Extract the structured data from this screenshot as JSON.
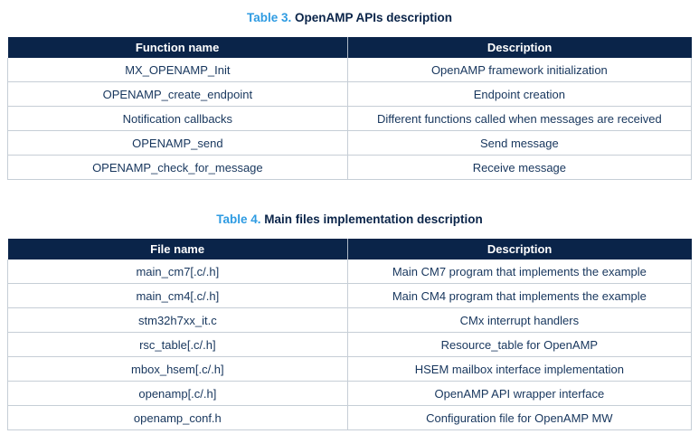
{
  "page": {
    "background": "#ffffff"
  },
  "colors": {
    "header_bg": "#0a2449",
    "header_text": "#ffffff",
    "cell_text": "#17365d",
    "title_accent": "#2e9be2",
    "title_text": "#0a2449",
    "border": "#c6ced6"
  },
  "tables": [
    {
      "label": "Table 3.",
      "title": "OpenAMP APIs description",
      "columns": [
        "Function name",
        "Description"
      ],
      "rows": [
        [
          "MX_OPENAMP_Init",
          "OpenAMP framework initialization"
        ],
        [
          "OPENAMP_create_endpoint",
          "Endpoint creation"
        ],
        [
          "Notification callbacks",
          "Different functions called when messages are received"
        ],
        [
          "OPENAMP_send",
          "Send message"
        ],
        [
          "OPENAMP_check_for_message",
          "Receive message"
        ]
      ]
    },
    {
      "label": "Table 4.",
      "title": "Main files implementation description",
      "columns": [
        "File name",
        "Description"
      ],
      "rows": [
        [
          "main_cm7[.c/.h]",
          "Main CM7 program that implements the example"
        ],
        [
          "main_cm4[.c/.h]",
          "Main CM4 program that implements the example"
        ],
        [
          "stm32h7xx_it.c",
          "CMx interrupt handlers"
        ],
        [
          "rsc_table[.c/.h]",
          "Resource_table for OpenAMP"
        ],
        [
          "mbox_hsem[.c/.h]",
          "HSEM mailbox interface implementation"
        ],
        [
          "openamp[.c/.h]",
          "OpenAMP API wrapper interface"
        ],
        [
          "openamp_conf.h",
          "Configuration file for OpenAMP MW"
        ]
      ]
    }
  ]
}
